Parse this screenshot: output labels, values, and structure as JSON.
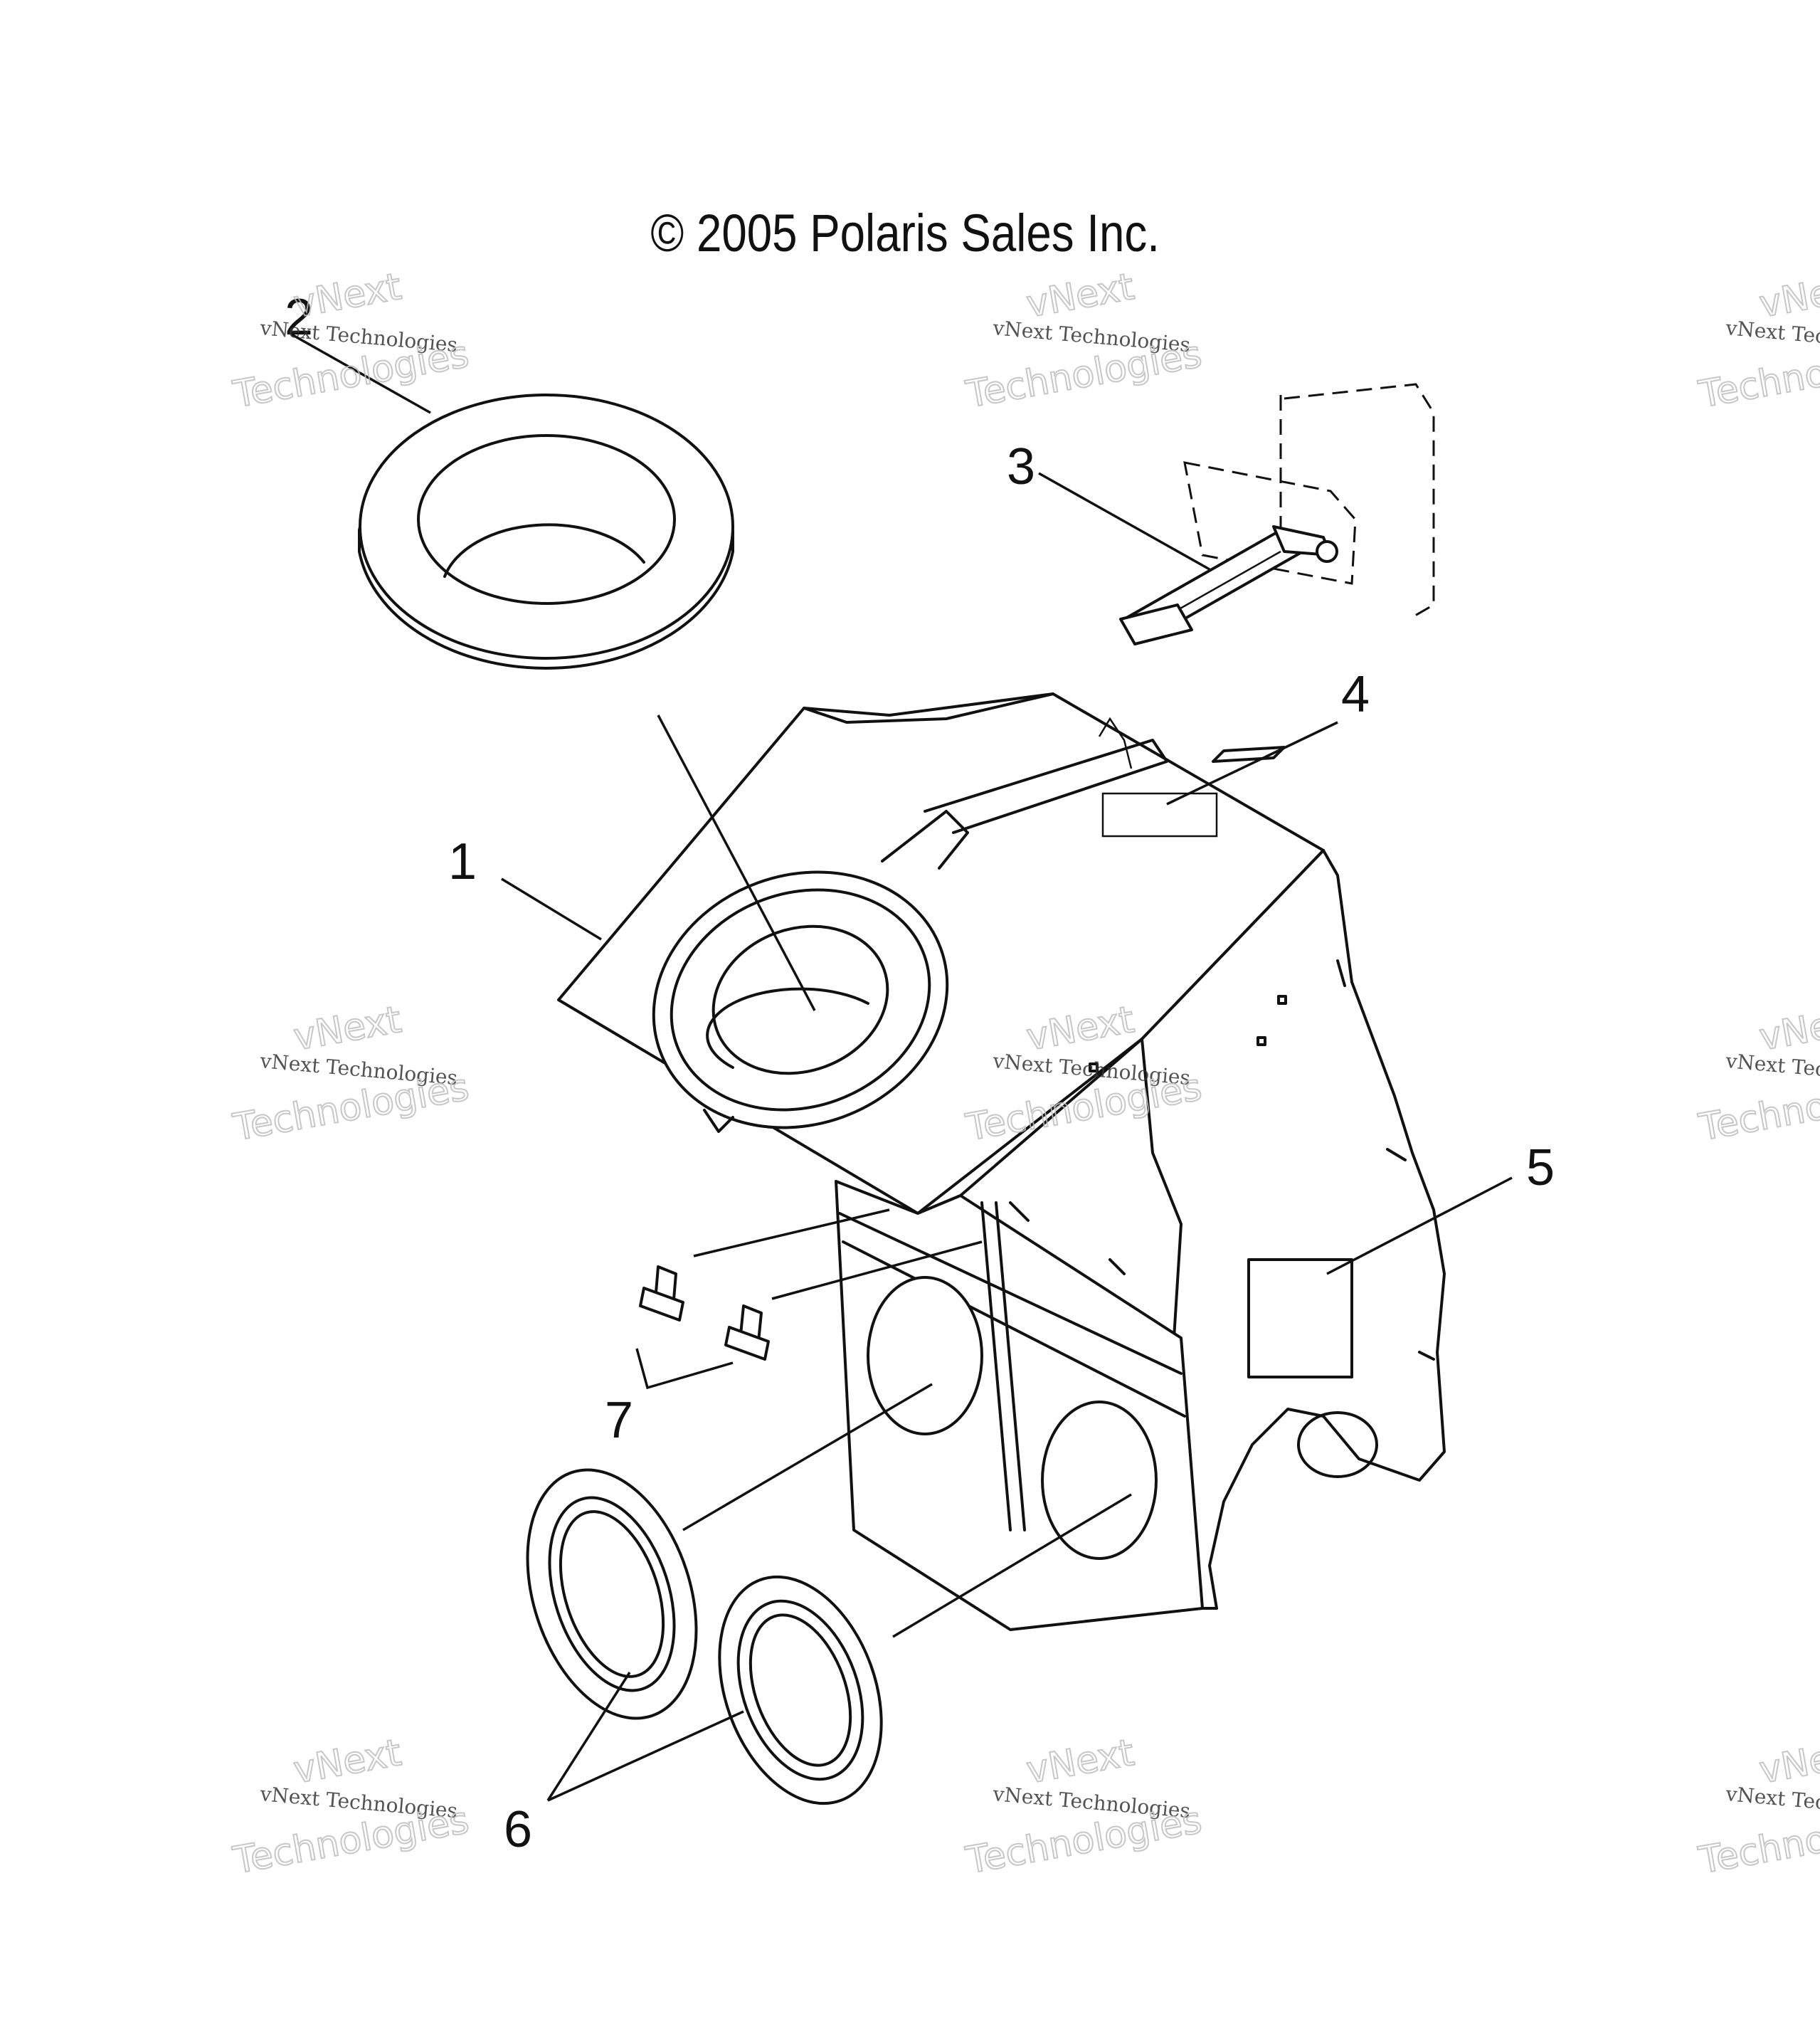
{
  "copyright": "© 2005 Polaris Sales Inc.",
  "watermark": {
    "line1": "vNext",
    "line2": "vNext Technologies",
    "line3": "Technologies"
  },
  "callouts": {
    "c1": "1",
    "c2": "2",
    "c3": "3",
    "c4": "4",
    "c5": "5",
    "c6": "6",
    "c7": "7"
  }
}
